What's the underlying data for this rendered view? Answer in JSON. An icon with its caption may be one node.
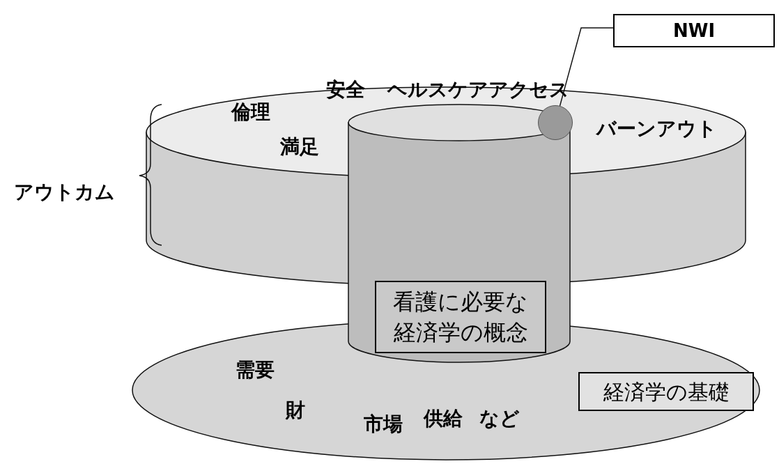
{
  "diagram": {
    "nodes": [
      {
        "text": [
          "NWI"
        ]
      },
      {
        "text": [],
        "shape": "circle"
      },
      {
        "text": [
          "看護に必要な経済学の概念"
        ]
      },
      {
        "text": [
          "経済学の基礎"
        ]
      }
    ],
    "edges": [
      {
        "from": 0,
        "to": 1,
        "arrow": "none"
      }
    ],
    "labels": [
      "倫理",
      "安全",
      "ヘルスケアアクセス",
      "満足",
      "バーンアウト",
      "アウトカム",
      "需要",
      "財",
      "市場",
      "供給",
      "など"
    ]
  }
}
